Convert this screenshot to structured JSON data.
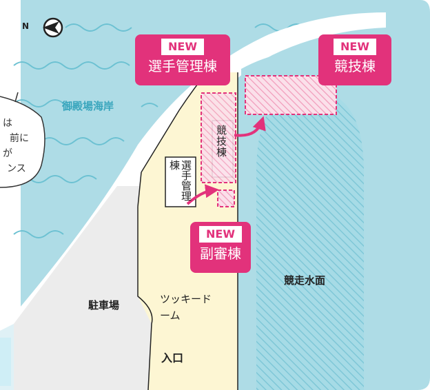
{
  "compass": {
    "label": "N",
    "icon": "north-arrow-icon"
  },
  "colors": {
    "sea": "#aedce6",
    "land": "#ffffff",
    "venue": "#fdf6d3",
    "water_surface": "#8ccfdd",
    "parking": "#ededed",
    "accent": "#e2327b",
    "wave": "#6cc1d2"
  },
  "areas": {
    "beach": "御殿場海岸",
    "parking": "駐車場",
    "dome": "ツッキードーム",
    "entrance": "入口",
    "race_surface": "競走水面"
  },
  "existing_buildings": {
    "competition": "競技棟",
    "players": "選手管理棟"
  },
  "new_buildings": [
    {
      "badge": "NEW",
      "name": "選手管理棟"
    },
    {
      "badge": "NEW",
      "name": "競技棟"
    },
    {
      "badge": "NEW",
      "name": "副審棟"
    }
  ],
  "speech_bubble": {
    "lines": [
      "は",
      "前に",
      "が",
      "ンス"
    ]
  }
}
